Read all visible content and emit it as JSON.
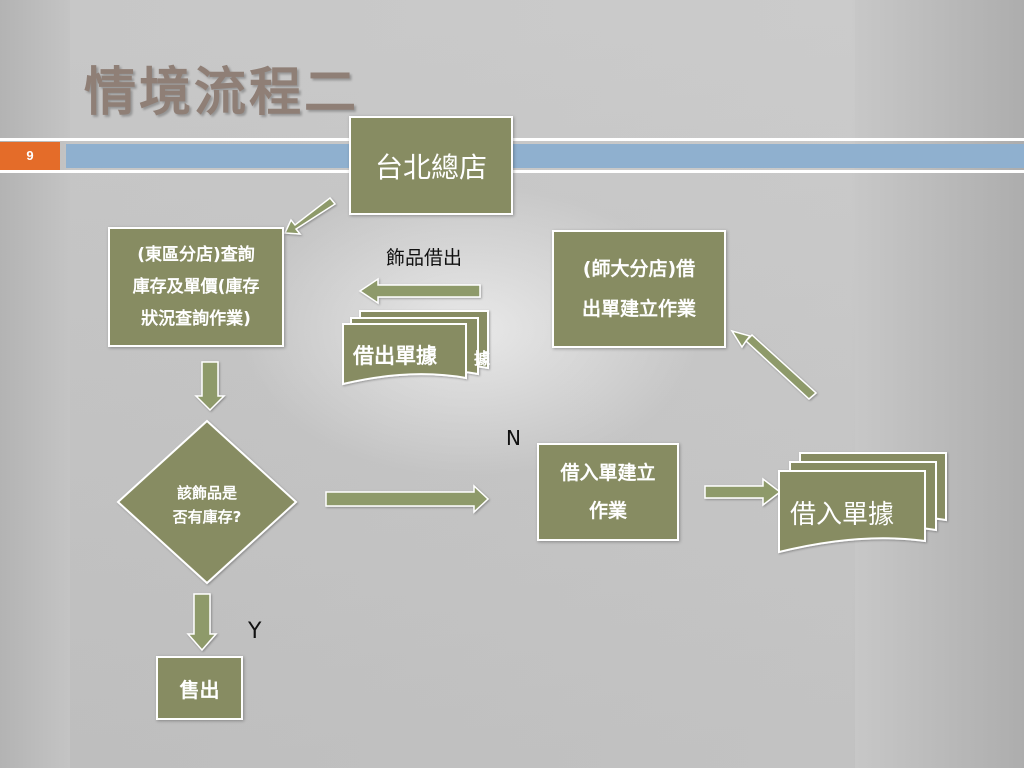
{
  "slide": {
    "title": "情境流程二",
    "number": "9"
  },
  "nodes": {
    "taipei_hq": "台北總店",
    "east_branch_query": "(東區分店)查詢\n庫存及單價(庫存\n狀況查詢作業)",
    "in_stock_decision": "該飾品是\n否有庫存?",
    "sell": "售出",
    "borrow_in_create": "借入單建立\n作業",
    "borrow_in_doc": "借入單據",
    "borrow_out_doc": "借出單據",
    "borrow_out_doc_peek": "據",
    "shida_branch_create": "(師大分店)借\n出單建立作業"
  },
  "labels": {
    "jewelry_lend_out": "飾品借出",
    "no": "N",
    "yes": "Y"
  },
  "colors": {
    "node_fill": "#878c62",
    "arrow_fill": "#8e9a6b",
    "accent": "#e46c29",
    "band": "#8fb0cf"
  }
}
